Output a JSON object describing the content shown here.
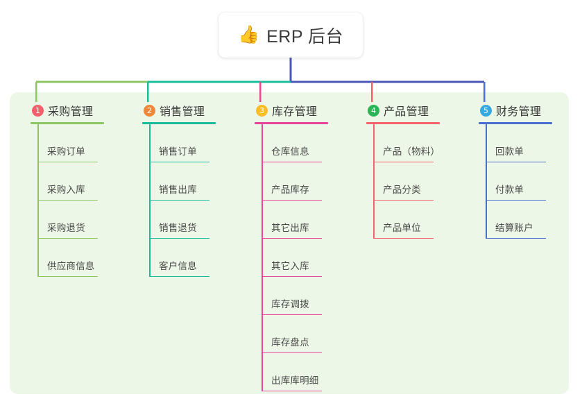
{
  "root": {
    "icon": "thumbs-up-emoji",
    "icon_glyph": "👍",
    "title": "ERP 后台"
  },
  "panel": {
    "background": "#edf7e7"
  },
  "connector_colors": {
    "segment_1": "#8cc665",
    "segment_2": "#1abc9c",
    "segment_3": "#4a55b5",
    "trunk": "#4a55b5"
  },
  "columns": [
    {
      "index": "1",
      "title": "采购管理",
      "badge_color": "#f4606c",
      "line_color": "#8cc665",
      "items": [
        {
          "label": "采购订单"
        },
        {
          "label": "采购入库"
        },
        {
          "label": "采购退货"
        },
        {
          "label": "供应商信息"
        }
      ]
    },
    {
      "index": "2",
      "title": "销售管理",
      "badge_color": "#f0883a",
      "line_color": "#1abc9c",
      "items": [
        {
          "label": "销售订单"
        },
        {
          "label": "销售出库"
        },
        {
          "label": "销售退货"
        },
        {
          "label": "客户信息"
        }
      ]
    },
    {
      "index": "3",
      "title": "库存管理",
      "badge_color": "#fbbe28",
      "line_color": "#e8469b",
      "items": [
        {
          "label": "仓库信息"
        },
        {
          "label": "产品库存"
        },
        {
          "label": "其它出库"
        },
        {
          "label": "其它入库"
        },
        {
          "label": "库存调拨"
        },
        {
          "label": "库存盘点"
        },
        {
          "label": "出库库明细"
        }
      ]
    },
    {
      "index": "4",
      "title": "产品管理",
      "badge_color": "#2cb457",
      "line_color": "#f4636b",
      "items": [
        {
          "label": "产品（物料）"
        },
        {
          "label": "产品分类"
        },
        {
          "label": "产品单位"
        }
      ]
    },
    {
      "index": "5",
      "title": "财务管理",
      "badge_color": "#36a9e1",
      "line_color": "#4a6fd0",
      "items": [
        {
          "label": "回款单"
        },
        {
          "label": "付款单"
        },
        {
          "label": "结算账户"
        }
      ]
    }
  ]
}
